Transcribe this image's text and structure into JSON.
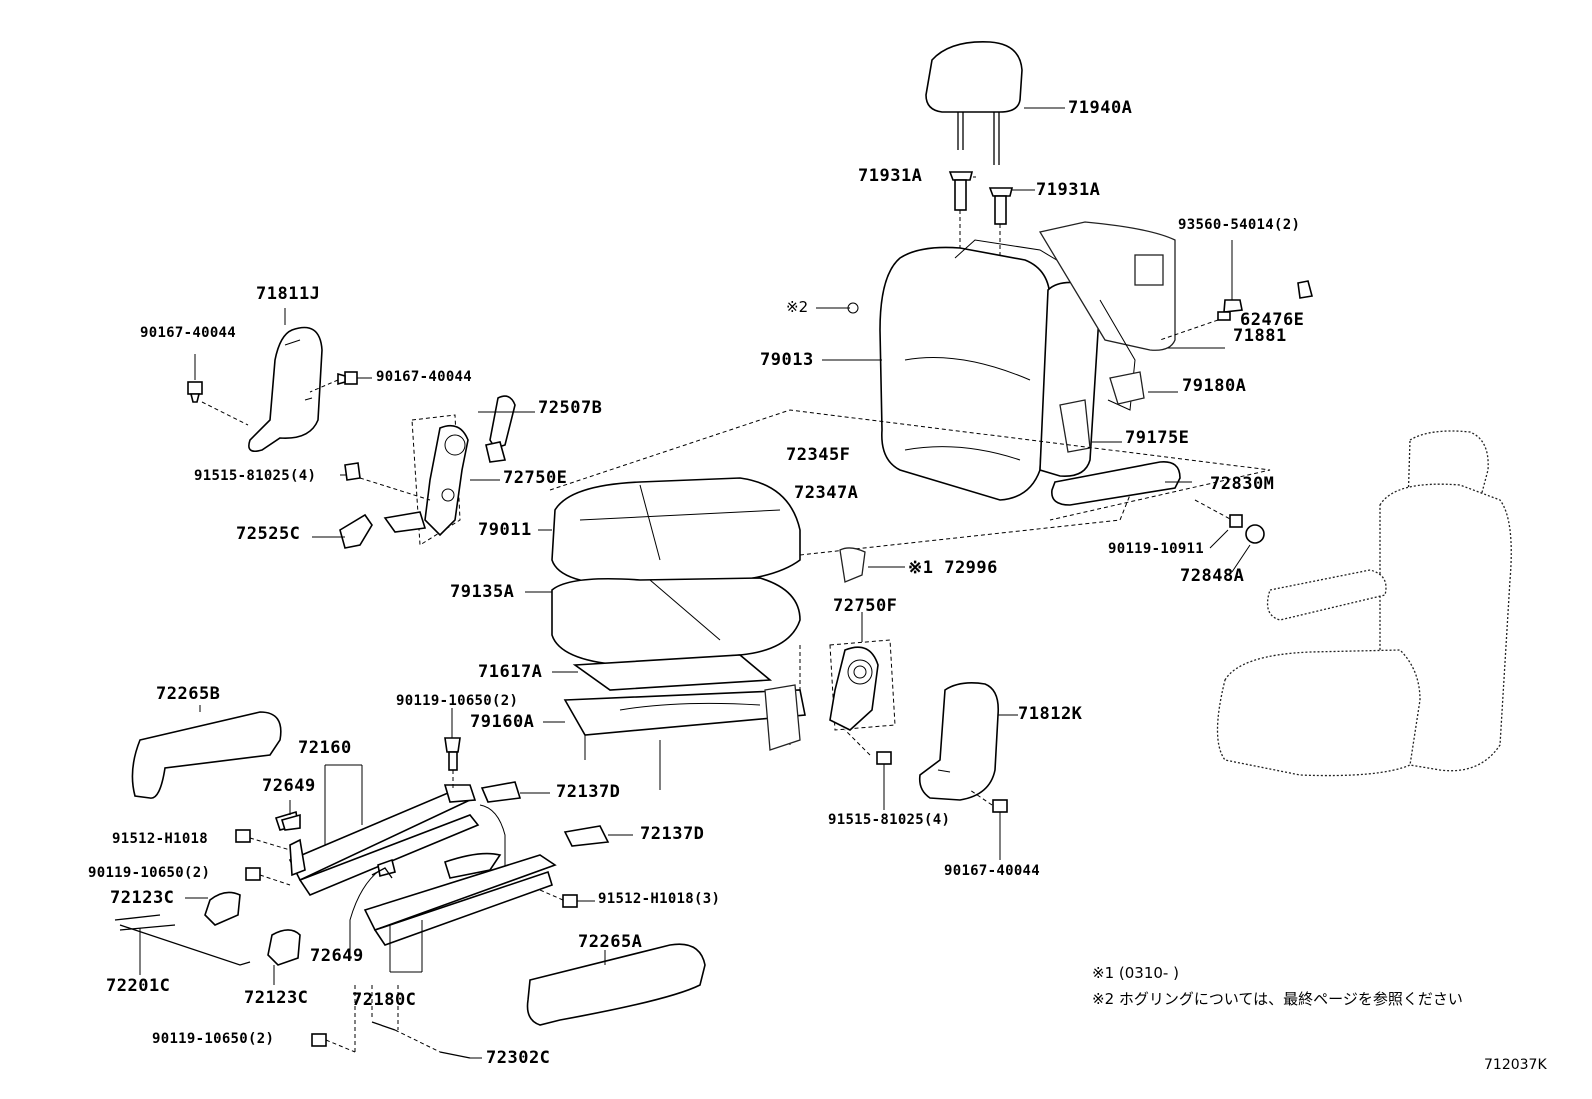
{
  "diagram": {
    "figure_id": "712037K",
    "labels": {
      "p71940A": "71940A",
      "p71931A_l": "71931A",
      "p71931A_r": "71931A",
      "p93560": "93560-54014(2)",
      "p62476E": "62476E",
      "p71881": "71881",
      "p79180A": "79180A",
      "p79175E": "79175E",
      "p79013": "79013",
      "mark2": "※2",
      "p72345F": "72345F",
      "p72347A": "72347A",
      "p72830M": "72830M",
      "p90119_10911": "90119-10911",
      "p72848A": "72848A",
      "p71811J": "71811J",
      "p90167_tl": "90167-40044",
      "p90167_tr": "90167-40044",
      "p72507B": "72507B",
      "p91515_l": "91515-81025(4)",
      "p72750E": "72750E",
      "p79011": "79011",
      "p72525C": "72525C",
      "p72996": "※1 72996",
      "p79135A": "79135A",
      "p72750F": "72750F",
      "p71617A": "71617A",
      "p90119_10650_top": "90119-10650(2)",
      "p79160A": "79160A",
      "p71812K": "71812K",
      "p72265B": "72265B",
      "p72160": "72160",
      "p72649_top": "72649",
      "p72137D_l": "72137D",
      "p72137D_r": "72137D",
      "p91515_r": "91515-81025(4)",
      "p90167_br": "90167-40044",
      "p91512_l": "91512-H1018",
      "p90119_10650_mid": "90119-10650(2)",
      "p72123C_top": "72123C",
      "p91512_r": "91512-H1018(3)",
      "p72265A": "72265A",
      "p72201C": "72201C",
      "p72649_bot": "72649",
      "p72123C_bot": "72123C",
      "p72180C": "72180C",
      "p90119_10650_bot": "90119-10650(2)",
      "p72302C": "72302C"
    },
    "notes": {
      "note1": "※1 (0310-      )",
      "note2": "※2  ホグリングについては、最終ページを参照ください"
    }
  }
}
